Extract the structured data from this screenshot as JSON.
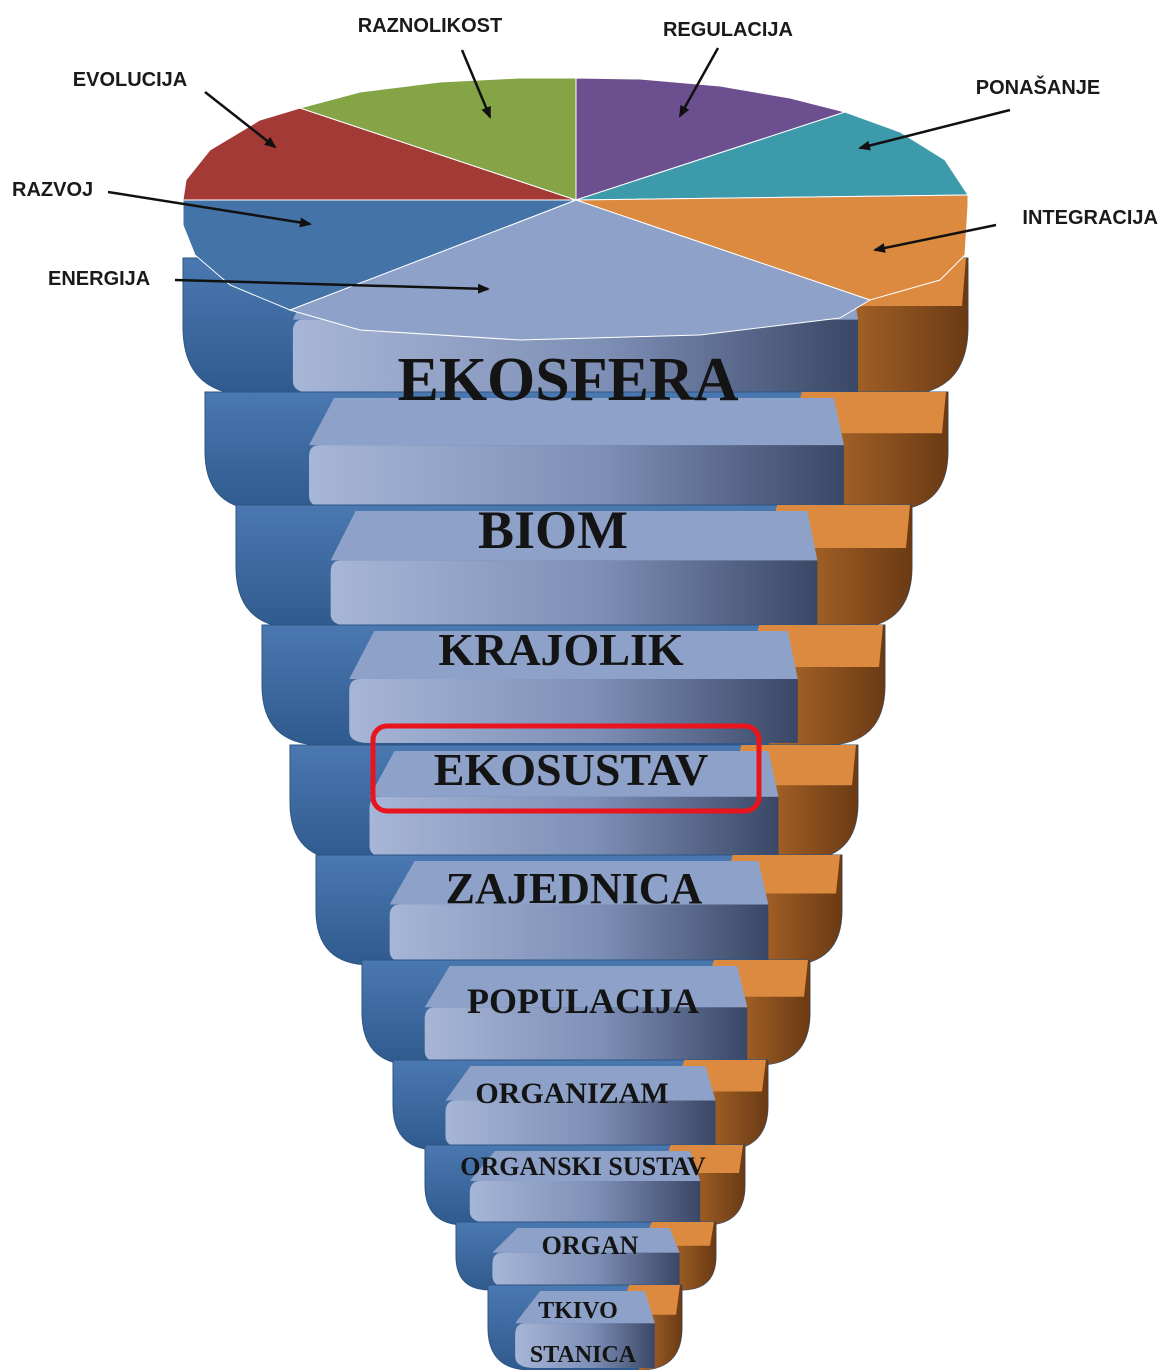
{
  "colors": {
    "energija": "#8ea2c9",
    "razvoj": "#4473a8",
    "evolucija": "#a33a36",
    "raznolikost": "#84a446",
    "regulacija": "#6b4f8e",
    "ponasanje": "#3d9aaa",
    "integracija": "#dc8a3f",
    "highlight": "#e8141e"
  },
  "callouts": {
    "raznolikost": "RAZNOLIKOST",
    "regulacija": "REGULACIJA",
    "evolucija": "EVOLUCIJA",
    "ponasanje": "PONAŠANJE",
    "razvoj": "RAZVOJ",
    "integracija": "INTEGRACIJA",
    "energija": "ENERGIJA"
  },
  "levels": [
    "EKOSFERA",
    "BIOM",
    "KRAJOLIK",
    "EKOSUSTAV",
    "ZAJEDNICA",
    "POPULACIJA",
    "ORGANIZAM",
    "ORGANSKI SUSTAV",
    "ORGAN",
    "TKIVO",
    "STANICA"
  ],
  "highlighted_level": "EKOSUSTAV"
}
